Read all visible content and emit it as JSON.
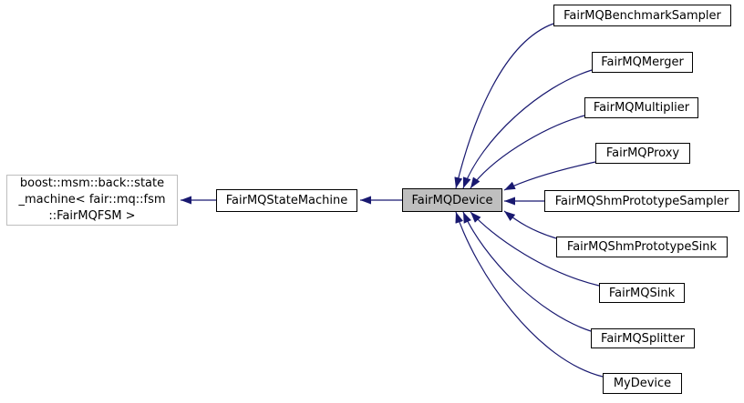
{
  "diagram": {
    "type": "doxygen-inheritance-graph",
    "focus_class": "FairMQDevice",
    "colors": {
      "edge": "#191970",
      "node_border": "#000000",
      "node_fill": "#ffffff",
      "focus_node_fill": "#bfbfbf",
      "external_node_border": "#bebebe",
      "background": "#ffffff",
      "text": "#000000"
    },
    "external_base": {
      "lines": [
        "boost::msm::back::state",
        "_machine< fair::mq::fsm",
        "::FairMQFSM >"
      ]
    },
    "base": {
      "label": "FairMQStateMachine"
    },
    "focus": {
      "label": "FairMQDevice"
    },
    "derived": [
      {
        "label": "FairMQBenchmarkSampler"
      },
      {
        "label": "FairMQMerger"
      },
      {
        "label": "FairMQMultiplier"
      },
      {
        "label": "FairMQProxy"
      },
      {
        "label": "FairMQShmPrototypeSampler"
      },
      {
        "label": "FairMQShmPrototypeSink"
      },
      {
        "label": "FairMQSink"
      },
      {
        "label": "FairMQSplitter"
      },
      {
        "label": "MyDevice"
      }
    ]
  }
}
